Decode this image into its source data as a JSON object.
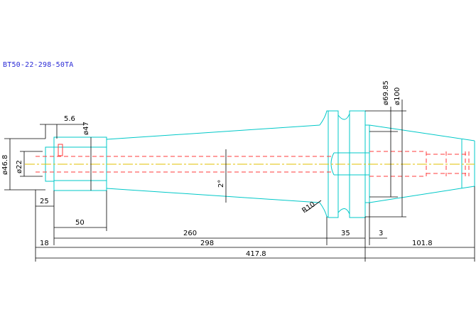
{
  "drawing": {
    "title": "BT50-22-298-50TA",
    "colors": {
      "outline": "#00c8c8",
      "hidden": "#ff3b3b",
      "center": "#e0c000",
      "dimension": "#000000",
      "title": "#2b2bd6"
    },
    "dimensions": {
      "d_5_6": "5.6",
      "d_47": "ø47",
      "d_46_8": "ø46.8",
      "d_22": "ø22",
      "d_25": "25",
      "d_50": "50",
      "d_2deg": "2°",
      "d_r10": "R10",
      "d_69_85": "ø69.85",
      "d_100": "ø100",
      "d_260": "260",
      "d_35": "35",
      "d_3": "3",
      "d_18": "18",
      "d_298": "298",
      "d_101_8": "101.8",
      "d_417_8": "417.8"
    }
  }
}
